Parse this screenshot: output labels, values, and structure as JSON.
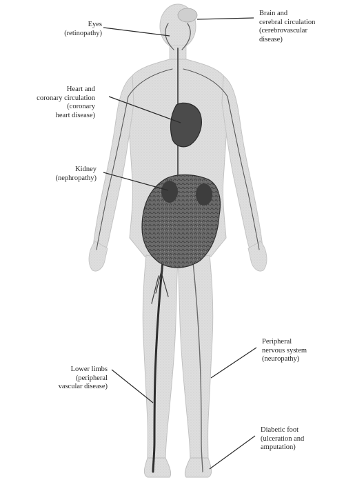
{
  "labels": {
    "eyes": {
      "line1": "Eyes",
      "line2": "(retinopathy)"
    },
    "brain": {
      "line1": "Brain and",
      "line2": "cerebral circulation",
      "line3": "(cerebrovascular",
      "line4": "disease)"
    },
    "heart": {
      "line1": "Heart and",
      "line2": "coronary circulation",
      "line3": "(coronary",
      "line4": "heart disease)"
    },
    "kidney": {
      "line1": "Kidney",
      "line2": "(nephropathy)"
    },
    "peripheral_nervous": {
      "line1": "Peripheral",
      "line2": "nervous system",
      "line3": "(neuropathy)"
    },
    "lower_limbs": {
      "line1": "Lower limbs",
      "line2": "(peripheral",
      "line3": "vascular disease)"
    },
    "diabetic_foot": {
      "line1": "Diabetic foot",
      "line2": "(ulceration and",
      "line3": "amputation)"
    }
  },
  "colors": {
    "body_fill": "#d9d9d9",
    "body_outline": "#bdbdbd",
    "organ_fill": "#555555",
    "vessel": "#3a3a3a",
    "leader_line": "#2b2b2b",
    "text": "#262626"
  }
}
